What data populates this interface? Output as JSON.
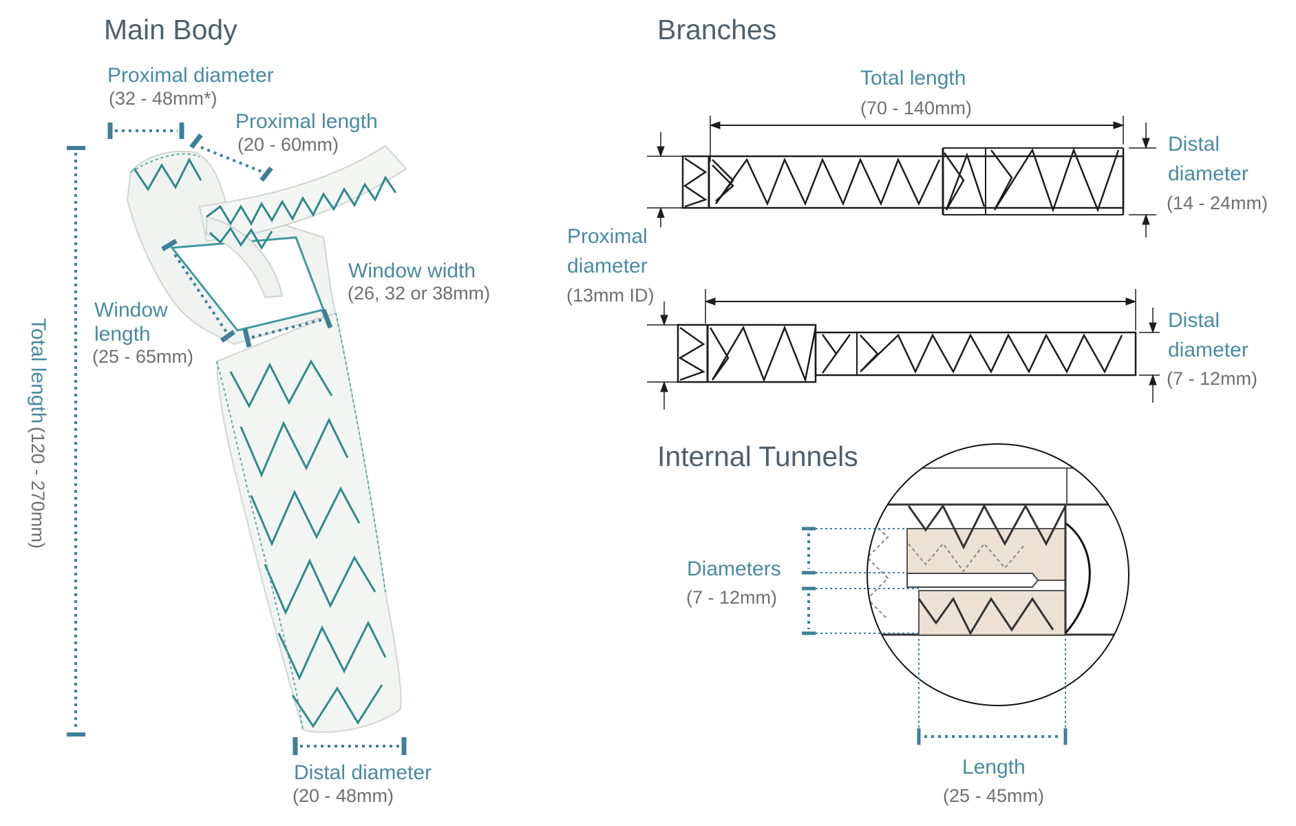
{
  "main_body": {
    "title": "Main Body",
    "proximal_diameter": {
      "label": "Proximal diameter",
      "range": "(32 - 48mm*)"
    },
    "proximal_length": {
      "label": "Proximal length",
      "range": "(20 - 60mm)"
    },
    "window_width": {
      "label": "Window width",
      "range": "(26, 32 or 38mm)"
    },
    "window_length": {
      "label_line1": "Window",
      "label_line2": "length",
      "range": "(25 - 65mm)"
    },
    "total_length": {
      "label": "Total length",
      "range": "(120 - 270mm)"
    },
    "distal_diameter": {
      "label": "Distal diameter",
      "range": "(20 - 48mm)"
    }
  },
  "branches": {
    "title": "Branches",
    "total_length": {
      "label": "Total length",
      "range": "(70 - 140mm)"
    },
    "proximal_diameter": {
      "label_line1": "Proximal",
      "label_line2": "diameter",
      "range": "(13mm ID)"
    },
    "distal_diameter_top": {
      "label_line1": "Distal",
      "label_line2": "diameter",
      "range": "(14 - 24mm)"
    },
    "distal_diameter_bottom": {
      "label_line1": "Distal",
      "label_line2": "diameter",
      "range": "(7 - 12mm)"
    }
  },
  "internal_tunnels": {
    "title": "Internal Tunnels",
    "diameters": {
      "label": "Diameters",
      "range": "(7 - 12mm)"
    },
    "length": {
      "label": "Length",
      "range": "(25 - 45mm)"
    }
  },
  "colors": {
    "accent": "#4a8aa0",
    "dimension_marker": "#3f7f98",
    "heading": "#4f5f6c",
    "range_text": "#6f6f6f",
    "graft_fabric": "#f3f5f2",
    "stent_wire": "#2f8a8a",
    "tunnel_fill": "#e9dccb"
  }
}
